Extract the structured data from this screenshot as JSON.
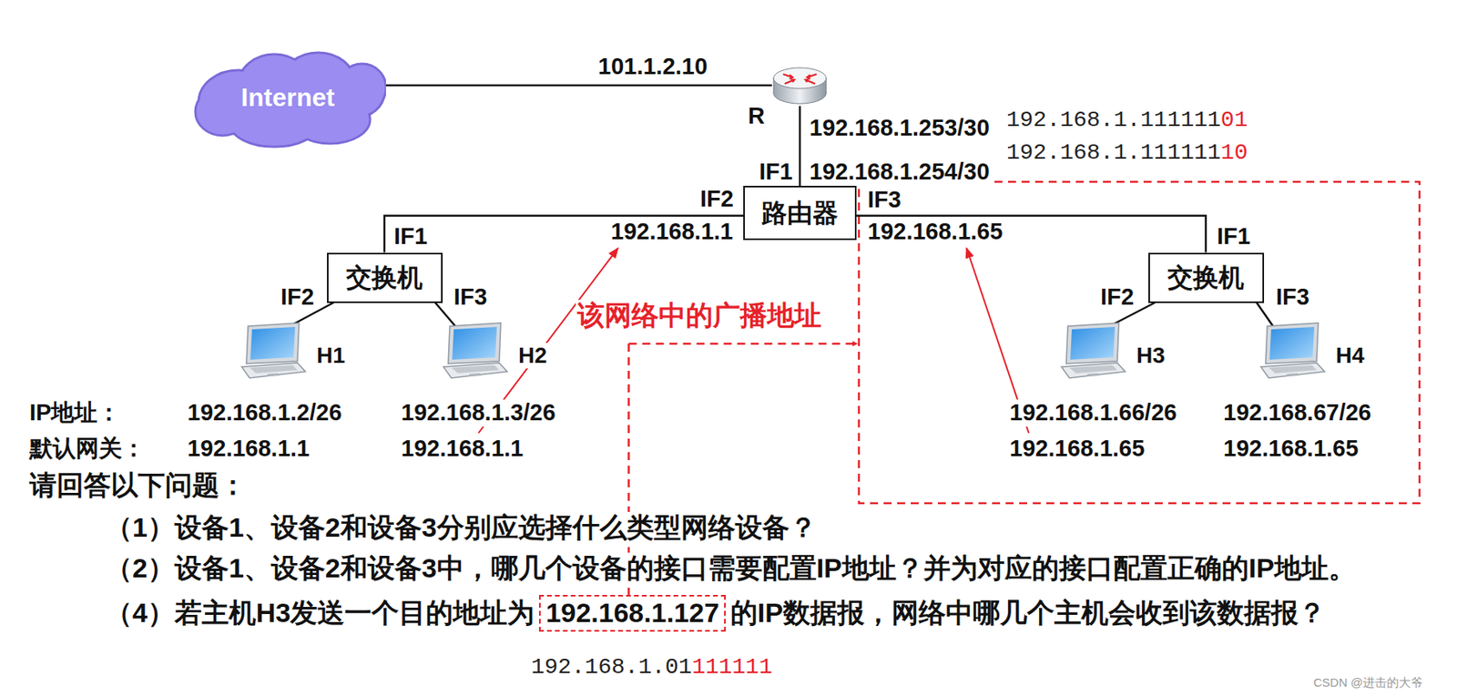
{
  "diagram": {
    "nodes": [
      {
        "text": [
          "Internet"
        ]
      },
      {
        "text": [
          "R"
        ]
      },
      {
        "text": [
          "路由器"
        ]
      },
      {
        "text": [
          "交换机"
        ]
      },
      {
        "text": [
          "交换机"
        ]
      },
      {
        "text": [
          "H1"
        ]
      },
      {
        "text": [
          "H2"
        ]
      },
      {
        "text": [
          "H3"
        ]
      },
      {
        "text": [
          "H4"
        ]
      }
    ],
    "edges": [
      {
        "from": 0,
        "to": 1,
        "arrow": "none"
      },
      {
        "from": 1,
        "to": 2,
        "arrow": "none"
      },
      {
        "from": 2,
        "to": 3,
        "arrow": "none"
      },
      {
        "from": 2,
        "to": 4,
        "arrow": "none"
      },
      {
        "from": 3,
        "to": 5,
        "arrow": "none"
      },
      {
        "from": 3,
        "to": 6,
        "arrow": "none"
      },
      {
        "from": 4,
        "to": 7,
        "arrow": "none"
      },
      {
        "from": 4,
        "to": 8,
        "arrow": "none"
      }
    ],
    "labels": [
      "101.1.2.10",
      "192.168.1.253/30",
      "IF1",
      "192.168.1.254/30",
      "192.168.1.111111",
      "01",
      "192.168.1.111111",
      "10",
      "IF2",
      "192.168.1.1",
      "IF3",
      "192.168.1.65",
      "IF1",
      "IF2",
      "IF3",
      "IF1",
      "IF2",
      "IF3",
      "该网络中的广播地址",
      "IP地址：",
      "192.168.1.2/26",
      "192.168.1.3/26",
      "192.168.1.66/26",
      "192.168.67/26",
      "默认网关：",
      "192.168.1.1",
      "192.168.1.1",
      "192.168.1.65",
      "192.168.1.65",
      "请回答以下问题：",
      "（1）设备1、设备2和设备3分别应选择什么类型网络设备？",
      "（2）设备1、设备2和设备3中，哪几个设备的接口需要配置IP地址？并为对应的接口配置正确的IP地址。",
      "（4）若主机H3发送一个目的地址为",
      "192.168.1.127",
      "的IP数据报，网络中哪几个主机会收到该数据报？",
      "192.168.1.01",
      "111111",
      "CSDN @进击的大爷"
    ]
  }
}
